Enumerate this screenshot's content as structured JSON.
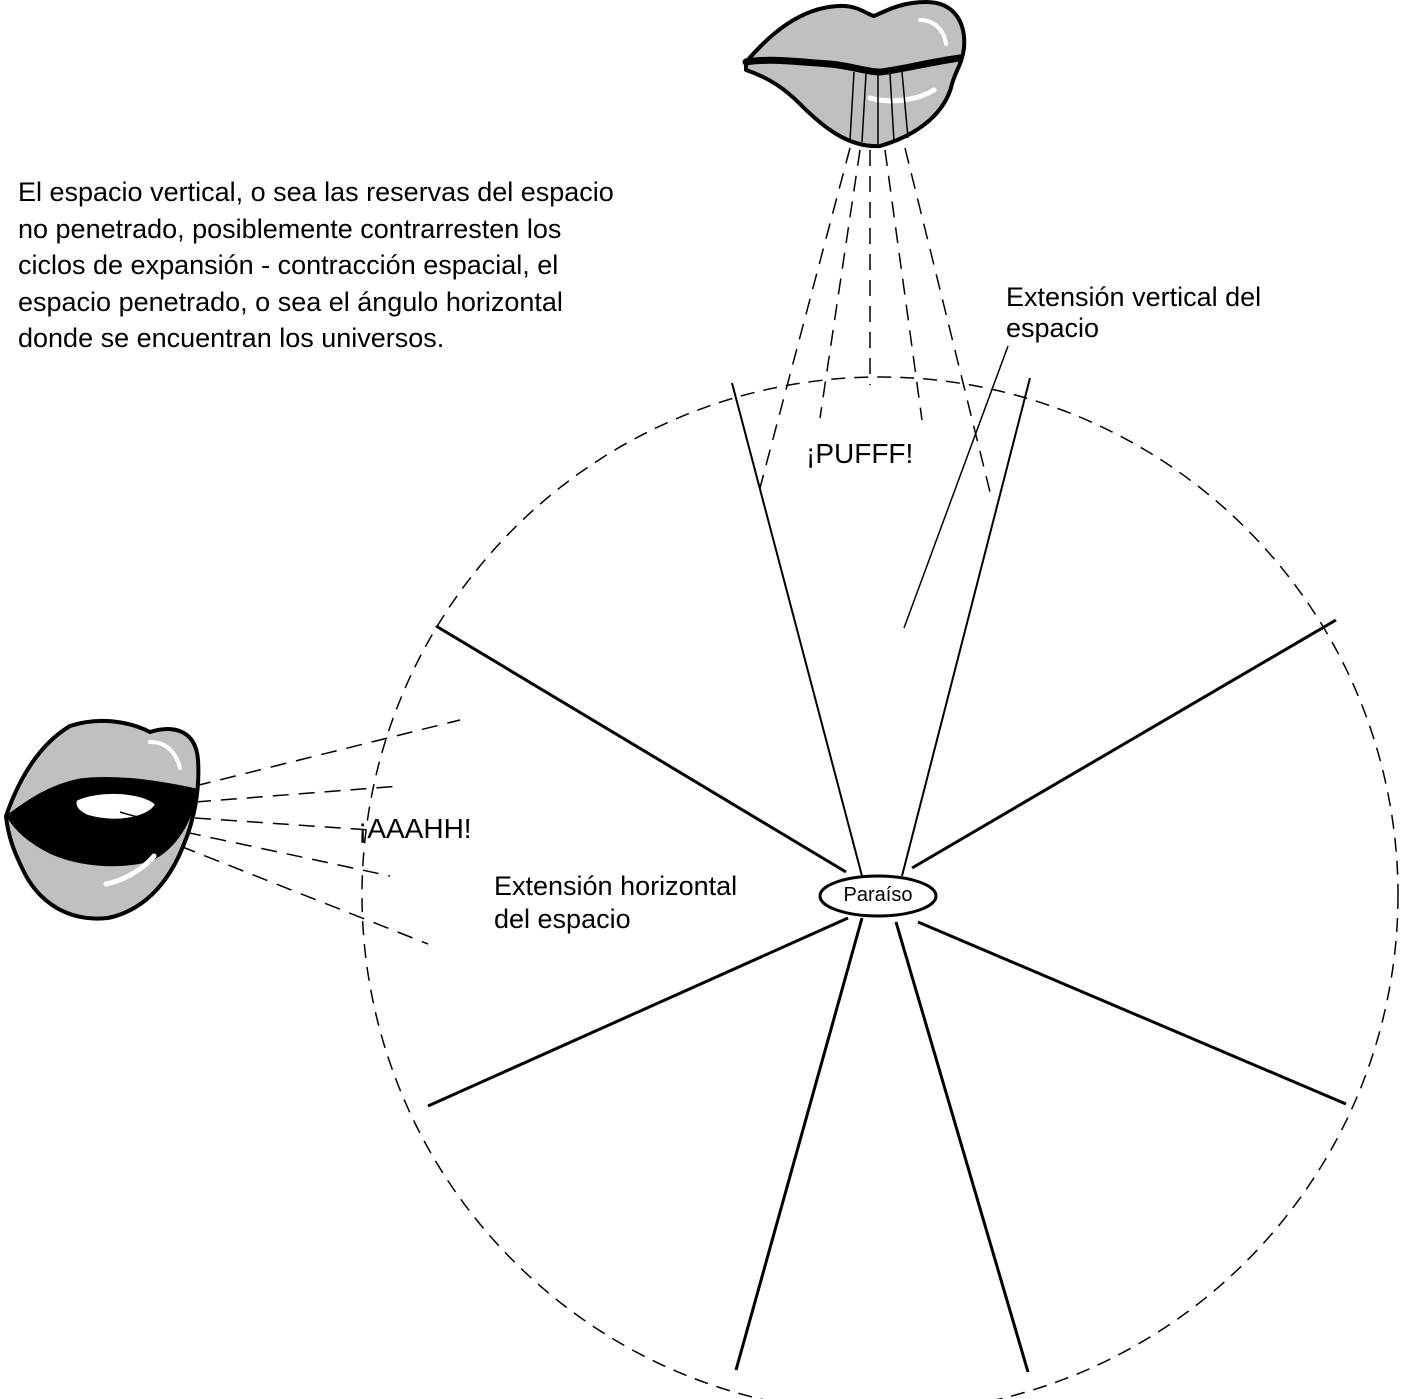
{
  "description": [
    "El espacio vertical, o sea las reservas del espacio",
    "no penetrado, posiblemente contrarresten los",
    "ciclos de expansión - contracción espacial, el",
    "espacio penetrado, o sea  el ángulo horizontal",
    "donde se encuentran los universos."
  ],
  "labels": {
    "vertical_extension": [
      "Extensión vertical del",
      "espacio"
    ],
    "horizontal_extension": [
      "Extensión horizontal",
      "del espacio"
    ],
    "pufff": "¡PUFFF!",
    "aaahh": "¡AAAHH!",
    "center": "Paraíso"
  },
  "icons": {
    "top": "closed-lips-blowing-icon",
    "left": "open-mouth-shouting-icon"
  },
  "colors": {
    "lip_fill": "#c0c0c0",
    "ink": "#000000",
    "background": "#ffffff"
  }
}
